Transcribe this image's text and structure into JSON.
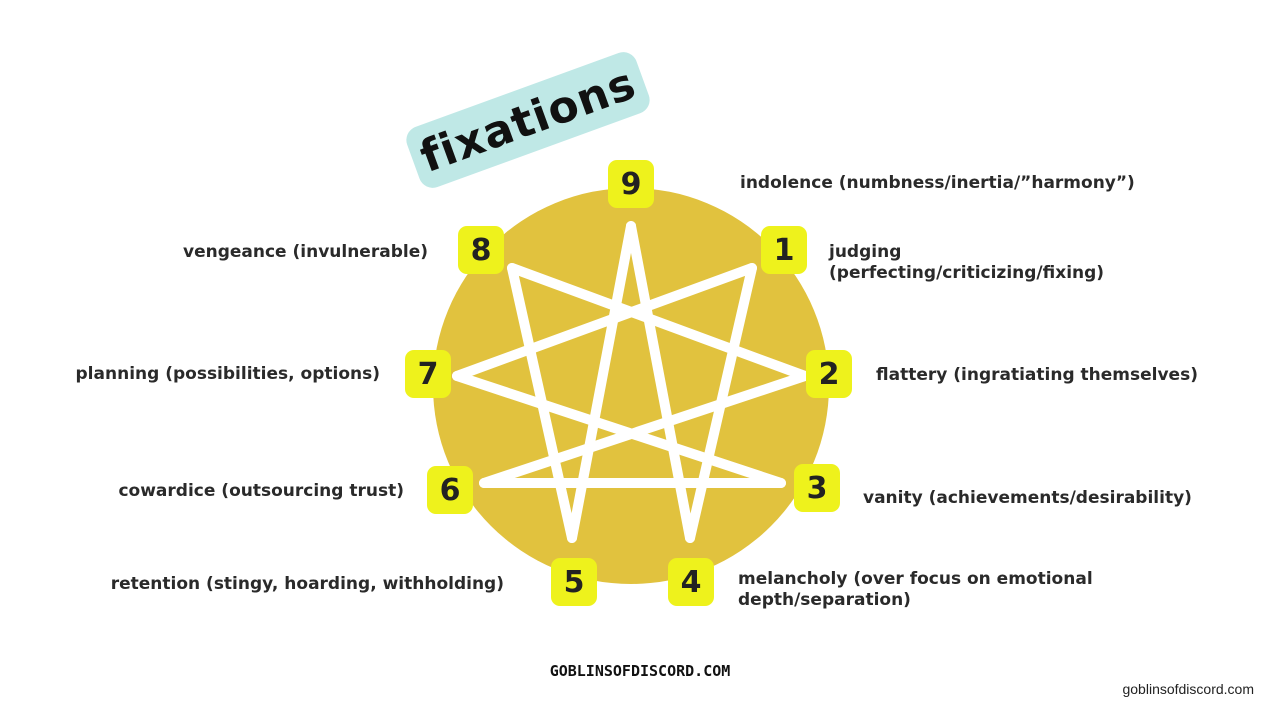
{
  "title": "fixations",
  "colors": {
    "circle": "#e1c23e",
    "star": "#ffffff",
    "badge": "#eef21c",
    "title_tag": "#bfe8e6"
  },
  "points": [
    {
      "number": "9",
      "text": "indolence (numbness/inertia/”harmony”)"
    },
    {
      "number": "1",
      "text": "judging\n(perfecting/criticizing/fixing)"
    },
    {
      "number": "2",
      "text": "flattery (ingratiating themselves)"
    },
    {
      "number": "3",
      "text": "vanity (achievements/desirability)"
    },
    {
      "number": "4",
      "text": "melancholy (over focus on emotional\ndepth/separation)"
    },
    {
      "number": "5",
      "text": "retention (stingy, hoarding, withholding)"
    },
    {
      "number": "6",
      "text": "cowardice (outsourcing trust)"
    },
    {
      "number": "7",
      "text": "planning (possibilities, options)"
    },
    {
      "number": "8",
      "text": "vengeance (invulnerable)"
    }
  ],
  "footer_brand": "GOBLINSOFDISCORD.COM",
  "watermark": "goblinsofdiscord.com"
}
